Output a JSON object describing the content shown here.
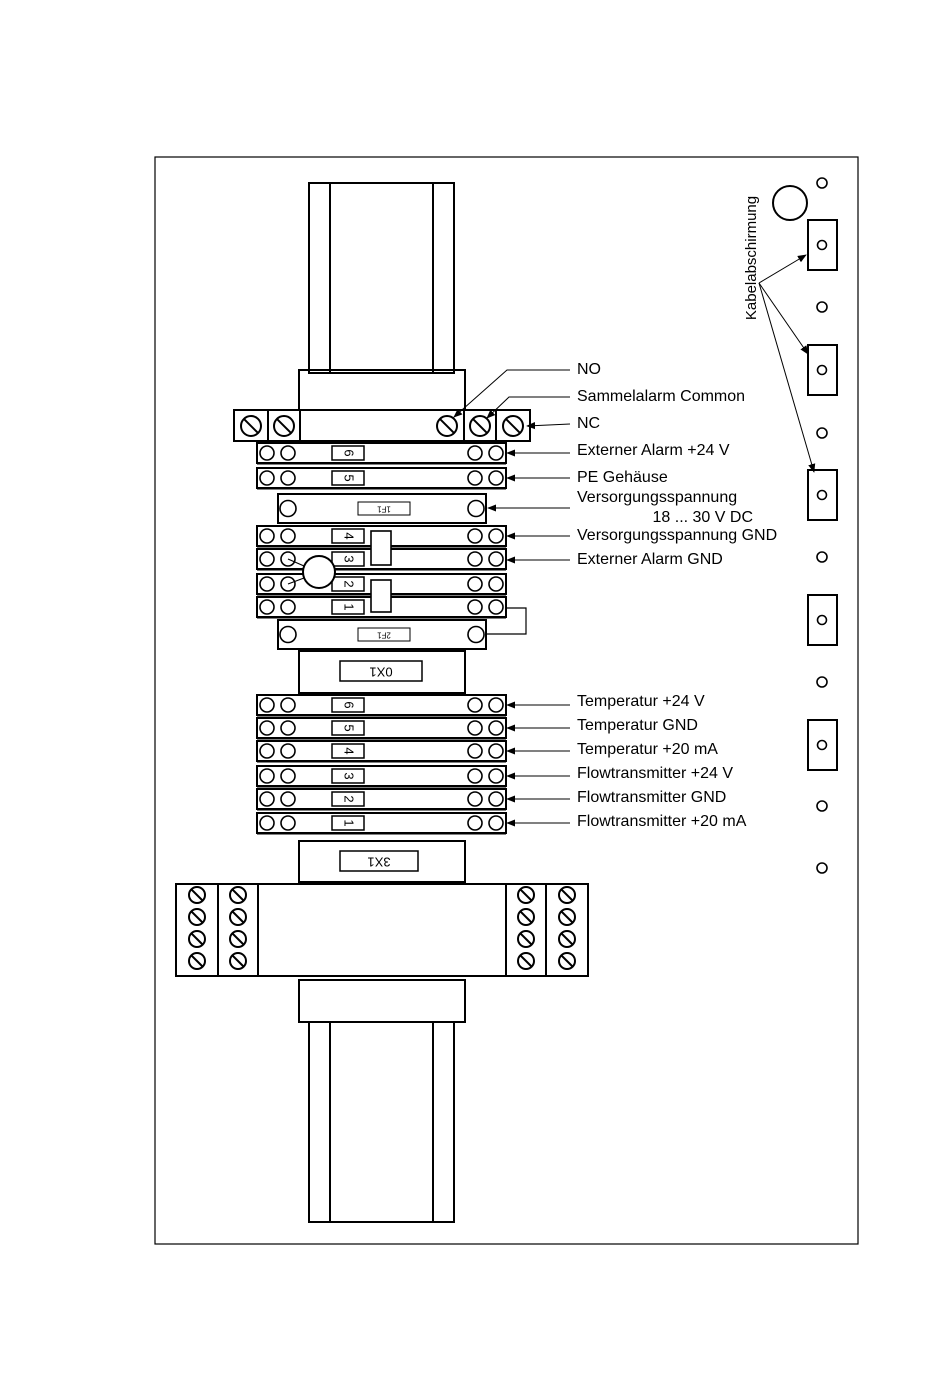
{
  "contacts": {
    "no": "NO",
    "common": "Sammelalarm Common",
    "nc": "NC"
  },
  "upper_labels": {
    "ext_alarm_24": "Externer Alarm +24 V",
    "pe": "PE Gehäuse",
    "vs_1": "Versorgungsspannung",
    "vs_2": "18 ... 30 V DC",
    "vs_gnd": "Versorgungsspannung GND",
    "ext_alarm_gnd": "Externer Alarm GND"
  },
  "lower_labels": [
    "Temperatur +24 V",
    "Temperatur GND",
    "Temperatur +20 mA",
    "Flowtransmitter +24 V",
    "Flowtransmitter GND",
    "Flowtransmitter +20 mA"
  ],
  "shield_label": "Kabelabschirmung",
  "block_names": {
    "upper": "0X1",
    "lower": "3X1"
  },
  "fuse_names": {
    "f1": "1F1",
    "f2": "2F1"
  },
  "upper_numbers": [
    "6",
    "5",
    "4",
    "3",
    "2",
    "1"
  ],
  "lower_numbers": [
    "6",
    "5",
    "4",
    "3",
    "2",
    "1"
  ]
}
